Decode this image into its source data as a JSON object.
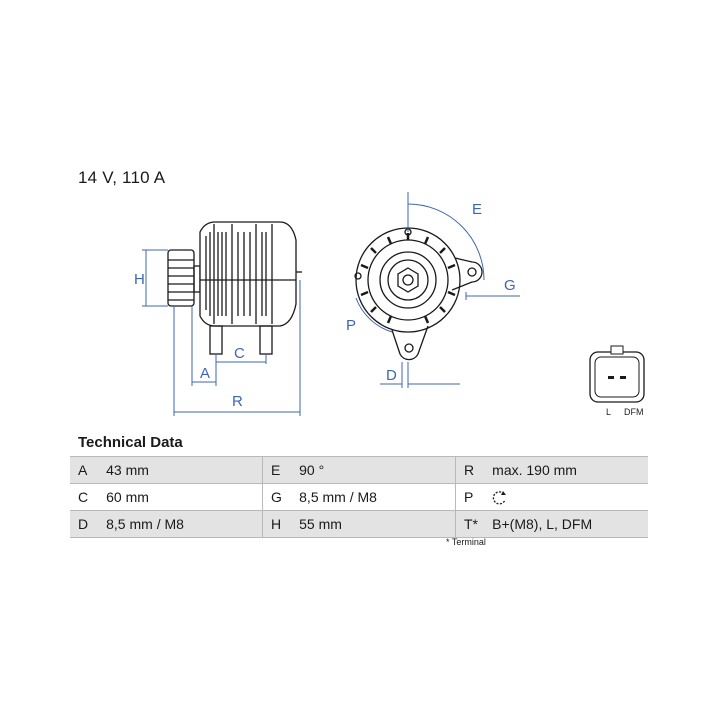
{
  "rating": "14 V, 110 A",
  "drawing": {
    "dimension_labels": [
      "H",
      "A",
      "C",
      "R",
      "E",
      "G",
      "P",
      "D"
    ],
    "connector": {
      "pin_left": "L",
      "pin_right": "DFM"
    }
  },
  "technical_data": {
    "title": "Technical Data",
    "rows": [
      [
        {
          "k": "A",
          "v": "43 mm"
        },
        {
          "k": "E",
          "v": "90 °"
        },
        {
          "k": "R",
          "v": "max. 190 mm"
        }
      ],
      [
        {
          "k": "C",
          "v": "60 mm"
        },
        {
          "k": "G",
          "v": "8,5 mm / M8"
        },
        {
          "k": "P",
          "v": "",
          "icon": "rotation-direction-icon"
        }
      ],
      [
        {
          "k": "D",
          "v": "8,5 mm / M8"
        },
        {
          "k": "H",
          "v": "55 mm"
        },
        {
          "k": "T*",
          "v": "B+(M8), L, DFM"
        }
      ]
    ],
    "footnote": "* Terminal"
  },
  "colors": {
    "dimension": "#3f66b3",
    "outline": "#1a1a1a",
    "row_shade": "#e3e3e3"
  }
}
